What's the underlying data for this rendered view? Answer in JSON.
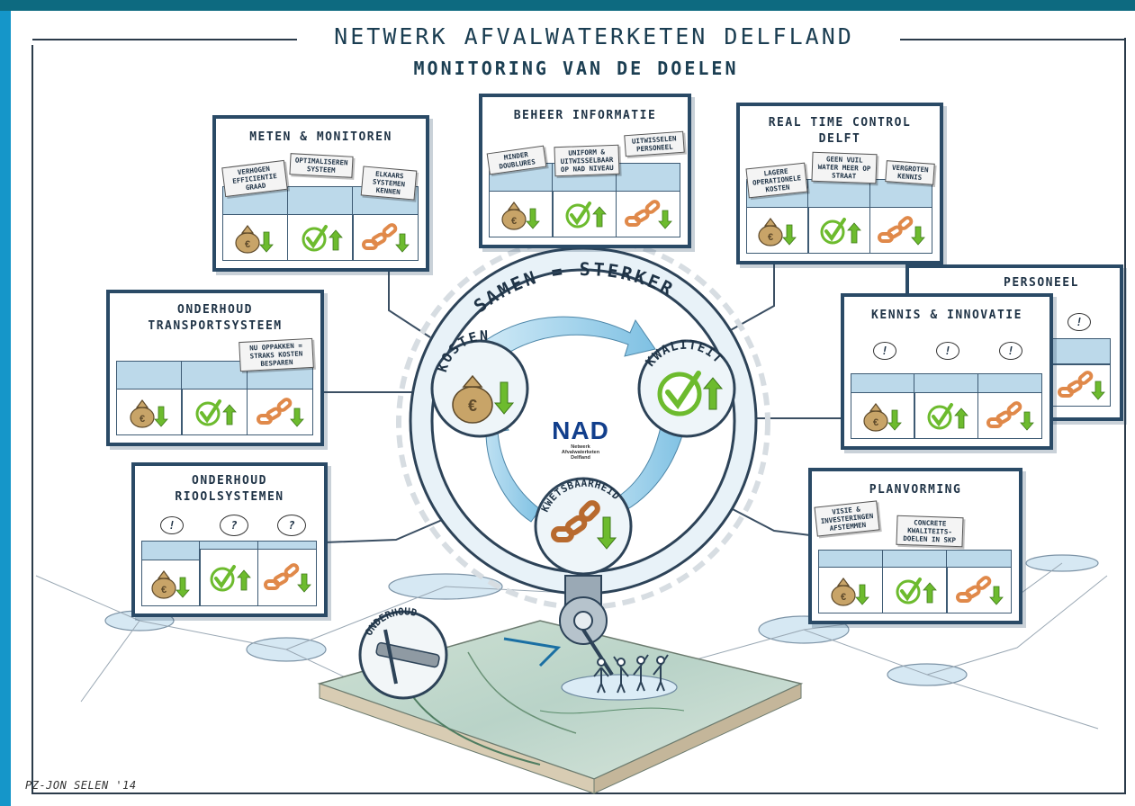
{
  "title": "NETWERK AFVALWATERKETEN DELFLAND",
  "subtitle": "MONITORING VAN DE DOELEN",
  "center": {
    "ring_label": "SAMEN = STERKER",
    "costs_label": "KOSTEN",
    "quality_label": "KWALITEIT",
    "vulnerability_label": "KWETSBAARHEID",
    "logo": "NAD",
    "logo_sub_1": "Netwerk",
    "logo_sub_2": "Afvalwaterketen",
    "logo_sub_3": "Delfland",
    "maintenance_label": "ONDERHOUD"
  },
  "panels": {
    "meten": {
      "title_1": "METEN & MONITOREN",
      "note_1": "VERHOGEN EFFICIENTIE GRAAD",
      "note_2": "OPTIMALISEREN SYSTEEM",
      "note_3": "ELKAARS SYSTEMEN KENNEN"
    },
    "beheer": {
      "title_1": "BEHEER INFORMATIE",
      "note_1": "MINDER DOUBLURES",
      "note_2": "UNIFORM & UITWISSELBAAR OP NAD NIVEAU",
      "note_3": "UITWISSELEN PERSONEEL"
    },
    "rtc": {
      "title_1": "REAL TIME CONTROL",
      "title_2": "DELFT",
      "note_1": "LAGERE OPERATIONELE KOSTEN",
      "note_2": "GEEN VUIL WATER MEER OP STRAAT",
      "note_3": "VERGROTEN KENNIS"
    },
    "transport": {
      "title_1": "ONDERHOUD",
      "title_2": "TRANSPORTSYSTEEM",
      "note_1": "NU OPPAKKEN = STRAKS KOSTEN BESPAREN"
    },
    "personeel": {
      "title_1": "PERSONEEL",
      "bubble_1": "!"
    },
    "kennis": {
      "title_1": "KENNIS & INNOVATIE",
      "bubble_1": "!",
      "bubble_2": "!",
      "bubble_3": "!"
    },
    "riool": {
      "title_1": "ONDERHOUD",
      "title_2": "RIOOLSYSTEMEN",
      "bubble_1": "!",
      "bubble_2": "?",
      "bubble_3": "?"
    },
    "plan": {
      "title_1": "PLANVORMING",
      "note_1": "VISIE & INVESTERINGEN AFSTEMMEN",
      "note_2": "CONCRETE KWALITEITS-DOELEN IN SKP"
    }
  },
  "credit": "PZ-JON SELEN '14",
  "colors": {
    "frame_bg": "#0d6a80",
    "side_accent": "#1596c9",
    "ink": "#2a4a66",
    "cell_blue": "#bcd9ea",
    "money_bag": "#c8a468",
    "check_green": "#6dbb2e",
    "chain_orange": "#e0894a",
    "water_blue": "#7fc1e3"
  },
  "icons": [
    "money-bag-icon",
    "check-icon",
    "broken-chain-icon",
    "arrow-down-icon",
    "arrow-up-icon"
  ]
}
